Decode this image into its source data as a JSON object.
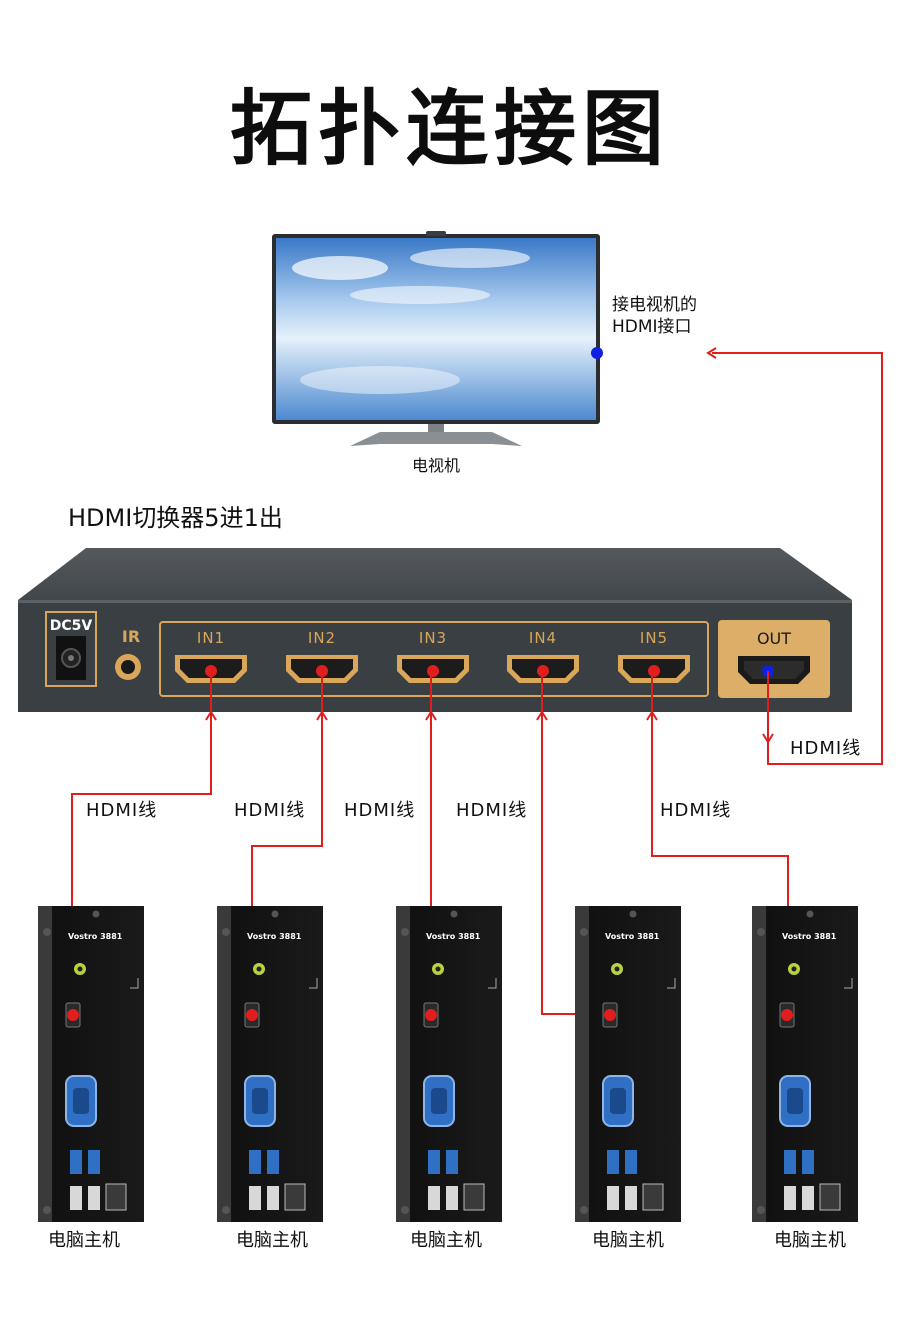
{
  "title": "拓扑连接图",
  "tv": {
    "caption": "电视机",
    "port_label_line1": "接电视机的",
    "port_label_line2": "HDMI接口"
  },
  "switch": {
    "name": "HDMI切换器5进1出",
    "power_label": "DC5V",
    "ir_label": "IR",
    "inputs": [
      "IN1",
      "IN2",
      "IN3",
      "IN4",
      "IN5"
    ],
    "output": "OUT"
  },
  "cables": {
    "out_label": "HDMI线",
    "input_labels": [
      "HDMI线",
      "HDMI线",
      "HDMI线",
      "HDMI线",
      "HDMI线"
    ]
  },
  "pcs": {
    "model": "Vostro 3881",
    "captions": [
      "电脑主机",
      "电脑主机",
      "电脑主机",
      "电脑主机",
      "电脑主机"
    ]
  },
  "colors": {
    "cable": "#e01e1e",
    "endpoint_in": "#e01e1e",
    "endpoint_tv": "#1020e0",
    "switch_body": "#3f4448",
    "port_gold": "#d9a65a",
    "out_panel": "#dcae68"
  }
}
